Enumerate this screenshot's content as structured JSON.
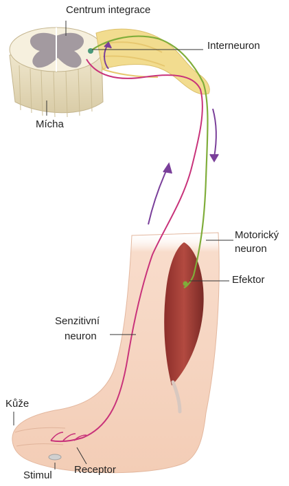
{
  "labels": {
    "integration_center": "Centrum integrace",
    "interneuron": "Interneuron",
    "spinal_cord": "Mícha",
    "motor_neuron_line1": "Motorický",
    "motor_neuron_line2": "neuron",
    "effector": "Efektor",
    "sensory_neuron_line1": "Senzitivní",
    "sensory_neuron_line2": "neuron",
    "skin": "Kůže",
    "stimulus": "Stimul",
    "receptor": "Receptor"
  },
  "colors": {
    "sensory_neuron": "#c8327a",
    "motor_neuron": "#7fad3a",
    "arrow": "#7a3f9a",
    "skin": "#f6d8c4",
    "muscle": "#a8403a",
    "nerve_roots": "#f0d98a",
    "spinal_white_matter": "#f4eedc",
    "spinal_gray_matter": "#a39aa0"
  }
}
